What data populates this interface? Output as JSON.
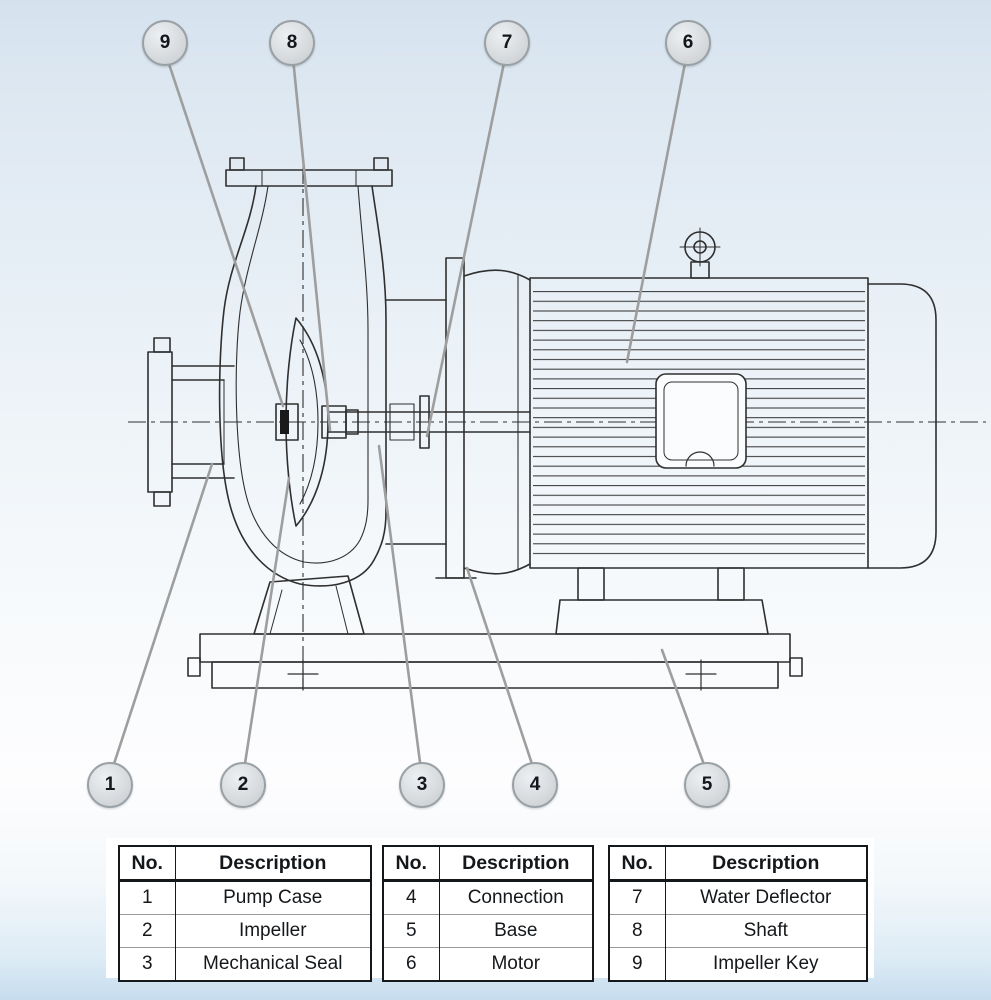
{
  "callouts": [
    {
      "label": "9"
    },
    {
      "label": "8"
    },
    {
      "label": "7"
    },
    {
      "label": "6"
    },
    {
      "label": "1"
    },
    {
      "label": "2"
    },
    {
      "label": "3"
    },
    {
      "label": "4"
    },
    {
      "label": "5"
    }
  ],
  "tables": [
    {
      "headers": [
        "No.",
        "Description"
      ],
      "rows": [
        [
          "1",
          "Pump Case"
        ],
        [
          "2",
          "Impeller"
        ],
        [
          "3",
          "Mechanical Seal"
        ]
      ]
    },
    {
      "headers": [
        "No.",
        "Description"
      ],
      "rows": [
        [
          "4",
          "Connection"
        ],
        [
          "5",
          "Base"
        ],
        [
          "6",
          "Motor"
        ]
      ]
    },
    {
      "headers": [
        "No.",
        "Description"
      ],
      "rows": [
        [
          "7",
          "Water Deflector"
        ],
        [
          "8",
          "Shaft"
        ],
        [
          "9",
          "Impeller Key"
        ]
      ]
    }
  ],
  "colors": {
    "background_top": "#d5e2ee",
    "background_bottom": "#c6dcee",
    "line": "#2f2f2f",
    "leader_line": "#9e9e9e",
    "callout_fill": "#d9dcde",
    "callout_border": "#9aa1a6"
  }
}
